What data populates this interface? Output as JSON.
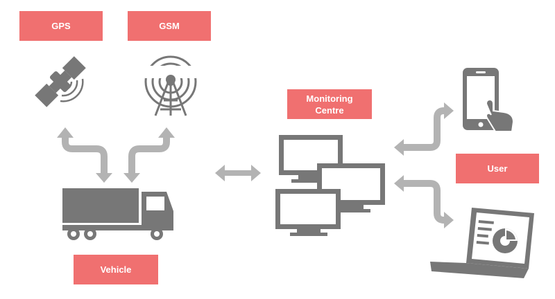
{
  "labels": {
    "gps": "GPS",
    "gsm": "GSM",
    "monitoring": "Monitoring\nCentre",
    "user": "User",
    "vehicle": "Vehicle"
  },
  "colors": {
    "label_bg": "#f07070",
    "label_text": "#ffffff",
    "icon": "#777777",
    "arrow": "#b3b3b3"
  },
  "icons": [
    "satellite-icon",
    "antenna-tower-icon",
    "truck-icon",
    "monitors-icon",
    "smartphone-icon",
    "laptop-icon"
  ]
}
